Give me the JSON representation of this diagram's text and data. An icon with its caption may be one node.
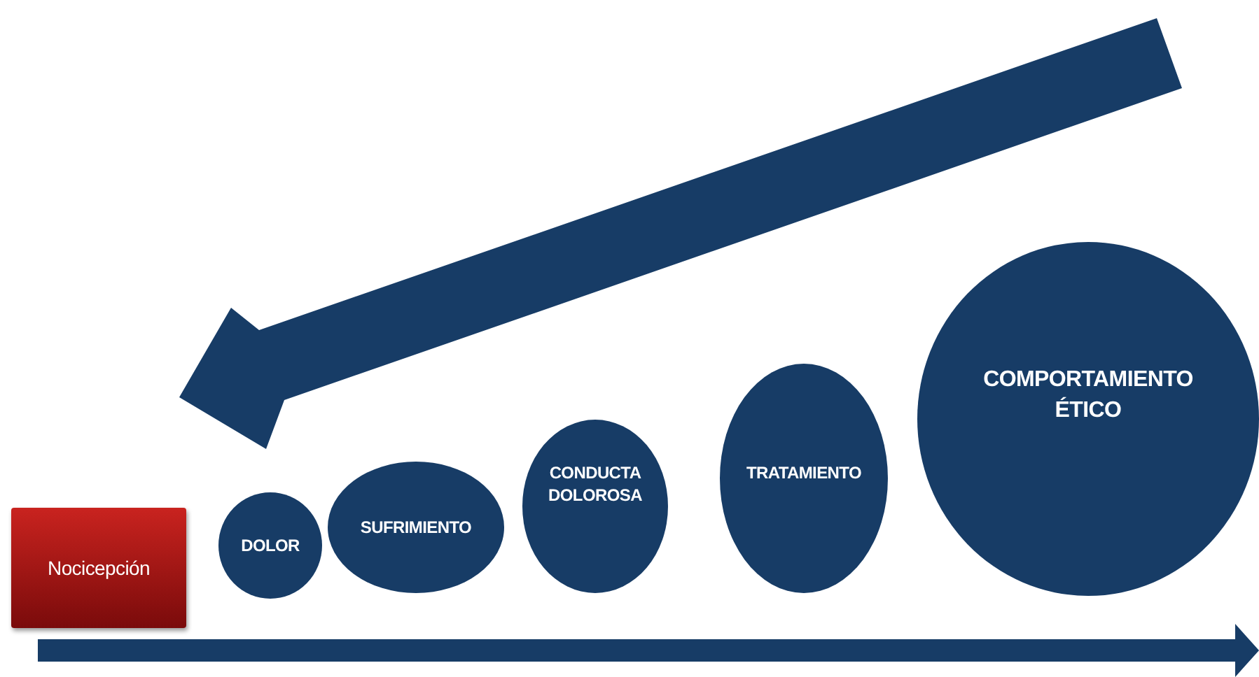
{
  "diagram": {
    "nodes": [
      {
        "text": [
          "Nocicepción"
        ]
      },
      {
        "text": [
          "DOLOR"
        ]
      },
      {
        "text": [
          "SUFRIMIENTO"
        ]
      },
      {
        "text": [
          "CONDUCTA DOLOROSA"
        ]
      },
      {
        "text": [
          "TRATAMIENTO"
        ]
      },
      {
        "text": [
          "COMPORTAMIENTO ÉTICO"
        ]
      }
    ]
  }
}
